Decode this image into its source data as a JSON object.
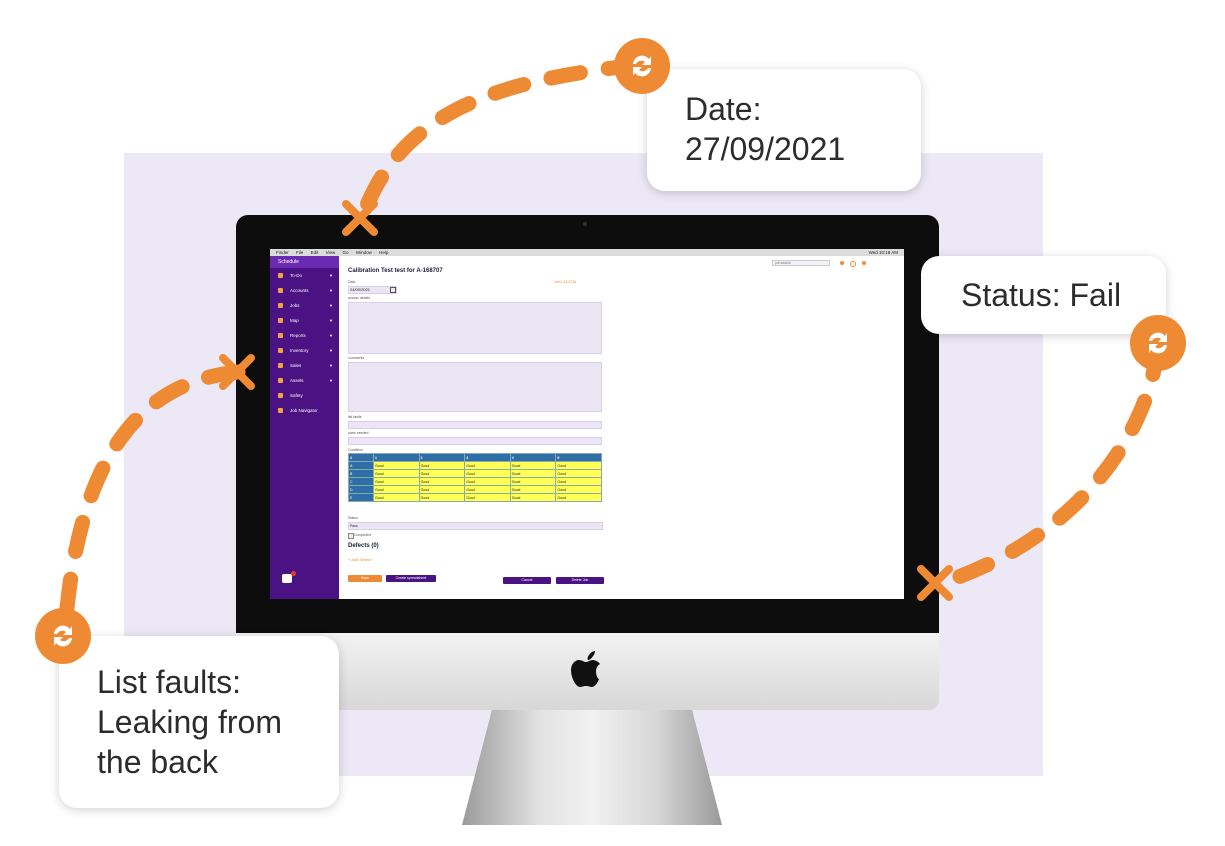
{
  "menubar": {
    "items": [
      "Finder",
      "File",
      "Edit",
      "View",
      "Go",
      "Window",
      "Help"
    ],
    "status": "Wed 10:18 AM"
  },
  "sidebar": {
    "items": [
      {
        "label": "Schedule"
      },
      {
        "label": "To-Do"
      },
      {
        "label": "Accounts"
      },
      {
        "label": "Jobs"
      },
      {
        "label": "Map"
      },
      {
        "label": "Reports"
      },
      {
        "label": "Inventory"
      },
      {
        "label": "Sales"
      },
      {
        "label": "Assets"
      },
      {
        "label": "Safety"
      },
      {
        "label": "Job Navigator"
      }
    ]
  },
  "search": {
    "placeholder": "job search"
  },
  "form": {
    "title": "Calibration Test test for A-168707",
    "date_label": "Date",
    "date_value": "24/09/2021",
    "job_ref": "Job # 16-6716",
    "access_label": "access details",
    "comments_label": "comments",
    "faults_label": "list faults",
    "parts_label": "parts needed",
    "condition_label": "Condition",
    "status_label": "Status",
    "status_value": "Pass",
    "completed_label": "Completed",
    "defects_heading": "Defects (0)",
    "add_defect": "+ Add Defect",
    "buttons": {
      "save": "Save",
      "spreadsheet": "Create spreadsheet",
      "cancel": "Cancel",
      "delete": "Delete Job"
    }
  },
  "condition_table": {
    "columns": [
      "#",
      "1",
      "2",
      "3",
      "4",
      "5"
    ],
    "rows": [
      {
        "label": "A",
        "cells": [
          "Good",
          "Good",
          "Good",
          "Good",
          "Good"
        ]
      },
      {
        "label": "B",
        "cells": [
          "Good",
          "Good",
          "Good",
          "Good",
          "Good"
        ]
      },
      {
        "label": "C",
        "cells": [
          "Good",
          "Good",
          "Good",
          "Good",
          "Good"
        ]
      },
      {
        "label": "D",
        "cells": [
          "Good",
          "Good",
          "Good",
          "Good",
          "Good"
        ]
      },
      {
        "label": "E",
        "cells": [
          "Good",
          "Good",
          "Good",
          "Good",
          "Good"
        ]
      }
    ]
  },
  "callouts": {
    "date": "Date:\n27/09/2021",
    "status": "Status: Fail",
    "faults": "List faults:\nLeaking from\nthe back"
  },
  "colors": {
    "accent": "#ef8a34",
    "sidebar": "#4a1282",
    "panel": "#ece8f6"
  },
  "icons": [
    "sync-icon",
    "cross-icon",
    "apple-logo-icon"
  ]
}
